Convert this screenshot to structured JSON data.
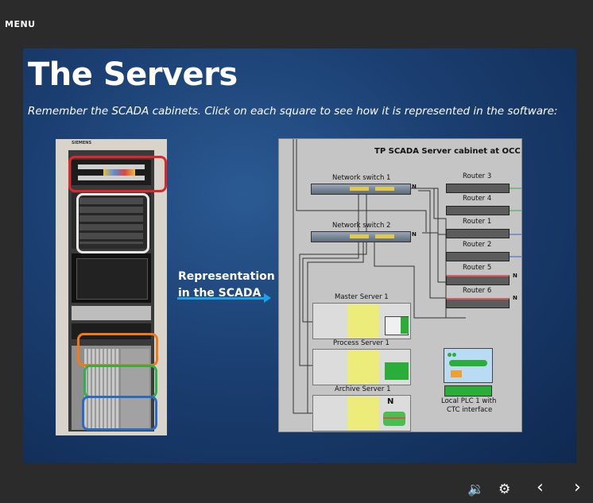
{
  "menu_label": "MENU",
  "slide": {
    "title": "The Servers",
    "subtitle": "Remember the SCADA cabinets. Click on each square to see how it is represented in the software:",
    "rack_brand": "SIEMENS",
    "representation_line1": "Representation",
    "representation_line2": "in the SCADA"
  },
  "scada": {
    "title": "TP SCADA Server cabinet at OCC",
    "network_switch_1": "Network switch 1",
    "network_switch_2": "Network switch 2",
    "routers": [
      "Router 3",
      "Router 4",
      "Router 1",
      "Router 2",
      "Router 5",
      "Router 6"
    ],
    "n_label": "N",
    "master_server": "Master Server 1",
    "process_server": "Process Server 1",
    "archive_server": "Archive Server 1",
    "plc_line1": "Local PLC 1 with",
    "plc_line2": "CTC interface"
  },
  "controls": {
    "volume_icon": "🔉",
    "settings_icon": "⚙",
    "prev_icon": "‹",
    "next_icon": "›"
  },
  "colors": {
    "hotspot_red": "#e0262b",
    "hotspot_white": "#e8e8e8",
    "hotspot_orange": "#f07a1a",
    "hotspot_green": "#2fb04a",
    "hotspot_blue": "#2a6bbf",
    "arrow_blue": "#1da1e8"
  }
}
